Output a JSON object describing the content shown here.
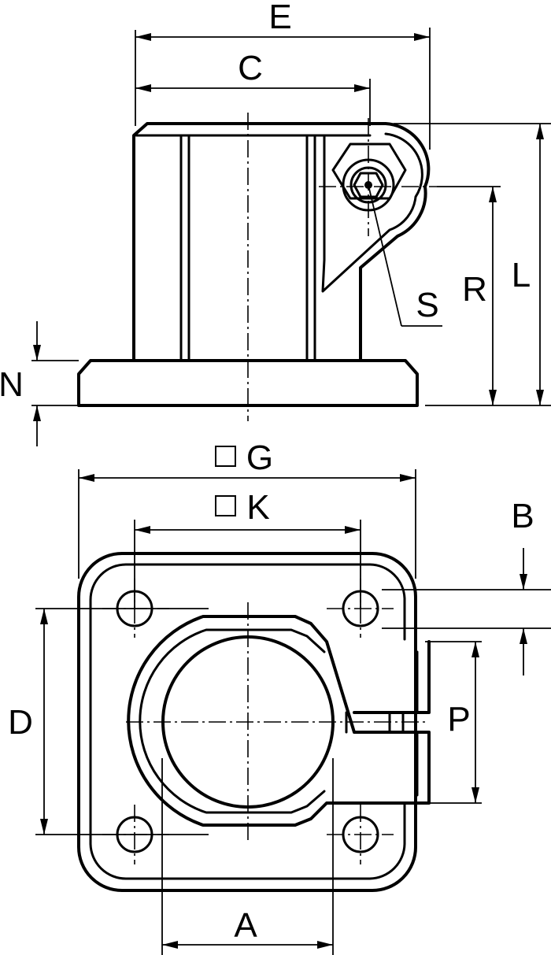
{
  "labels": {
    "E": "E",
    "C": "C",
    "S": "S",
    "R": "R",
    "L": "L",
    "N": "N",
    "G": "G",
    "K": "K",
    "B": "B",
    "P": "P",
    "D": "D",
    "A": "A"
  }
}
